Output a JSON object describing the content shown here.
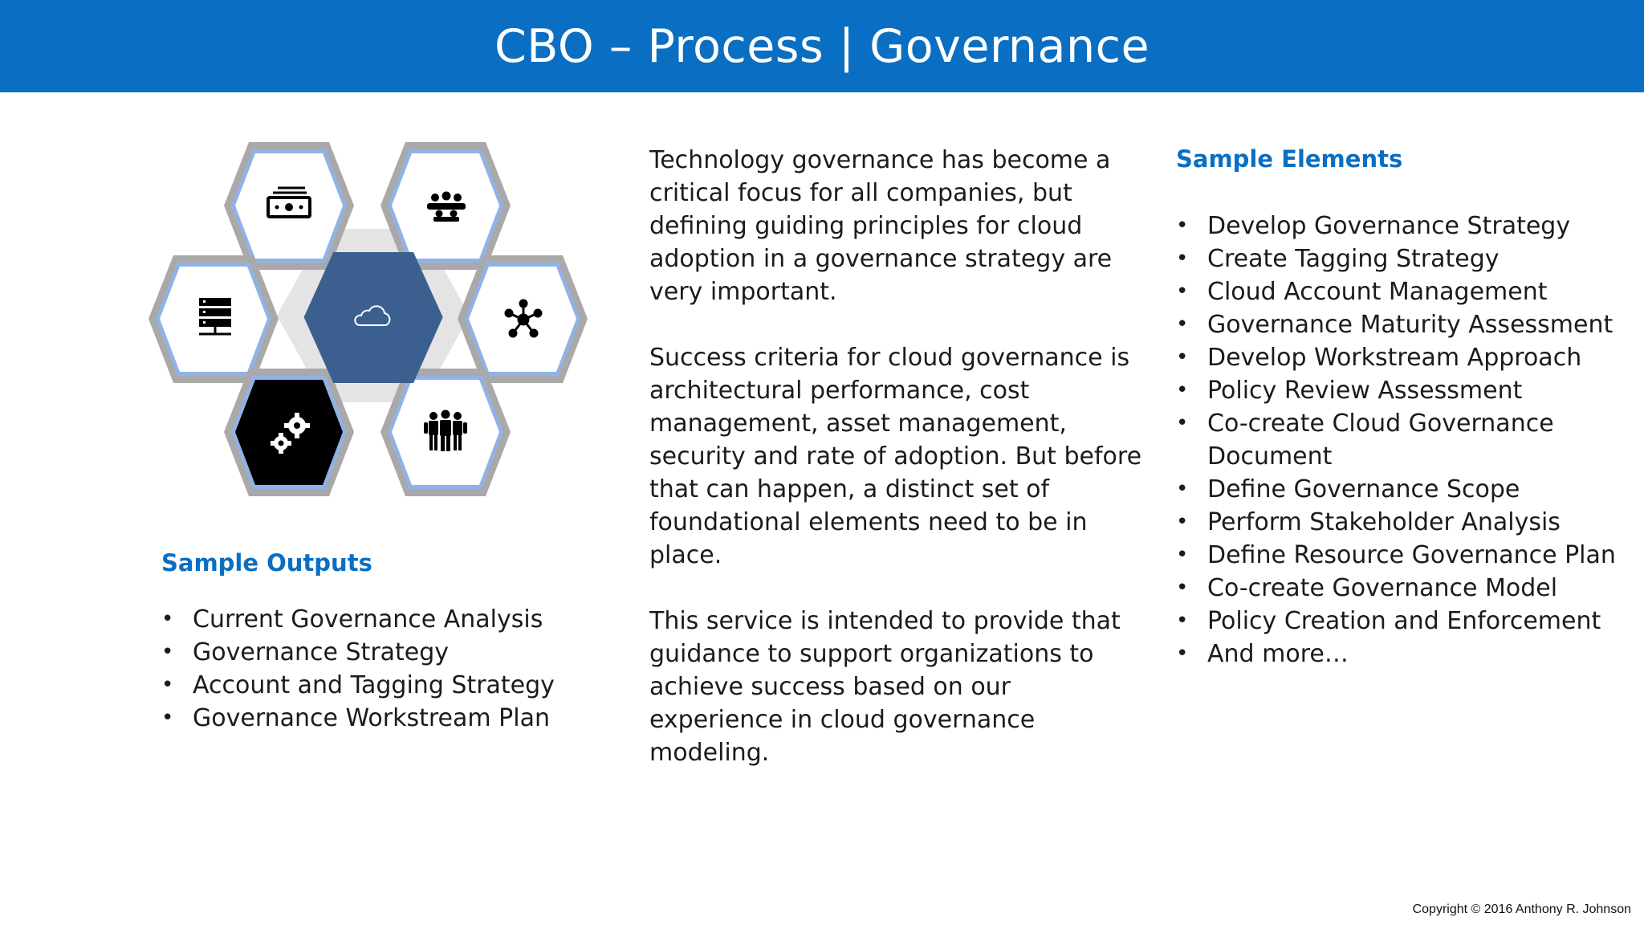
{
  "title": "CBO – Process | Governance",
  "hex_cluster": {
    "center_icon": "cloud-icon",
    "center_color": "#3b6090",
    "cells": [
      {
        "icon": "money-icon"
      },
      {
        "icon": "group-icon"
      },
      {
        "icon": "server-icon"
      },
      {
        "icon": "network-icon"
      },
      {
        "icon": "gears-icon"
      },
      {
        "icon": "people-icon"
      }
    ]
  },
  "body": {
    "paragraphs": [
      "Technology governance has become a critical focus for all companies, but defining guiding principles for cloud adoption in a governance strategy are very important.",
      "Success criteria for cloud governance is architectural performance, cost management, asset management, security and rate of adoption. But before that can happen, a distinct set of foundational elements need to be in place.",
      "This service is intended to provide that guidance to support organizations to achieve success based on our experience in cloud governance modeling."
    ]
  },
  "sample_outputs": {
    "heading": "Sample Outputs",
    "items": [
      "Current Governance Analysis",
      "Governance Strategy",
      "Account and Tagging Strategy",
      "Governance Workstream Plan"
    ]
  },
  "sample_elements": {
    "heading": "Sample Elements",
    "items": [
      "Develop Governance Strategy",
      "Create Tagging Strategy",
      "Cloud Account Management",
      "Governance Maturity Assessment",
      "Develop Workstream Approach",
      "Policy Review Assessment",
      "Co-create Cloud Governance Document",
      "Define Governance Scope",
      "Perform Stakeholder Analysis",
      "Define Resource Governance Plan",
      "Co-create Governance Model",
      "Policy Creation and Enforcement",
      "And more…"
    ]
  },
  "copyright": "Copyright © 2016 Anthony R. Johnson",
  "colors": {
    "title_bar": "#0a6fc2",
    "heading": "#0a6fc2",
    "hex_border": "#a9a9a9",
    "hex_inner_ring": "#8fb3e8"
  }
}
